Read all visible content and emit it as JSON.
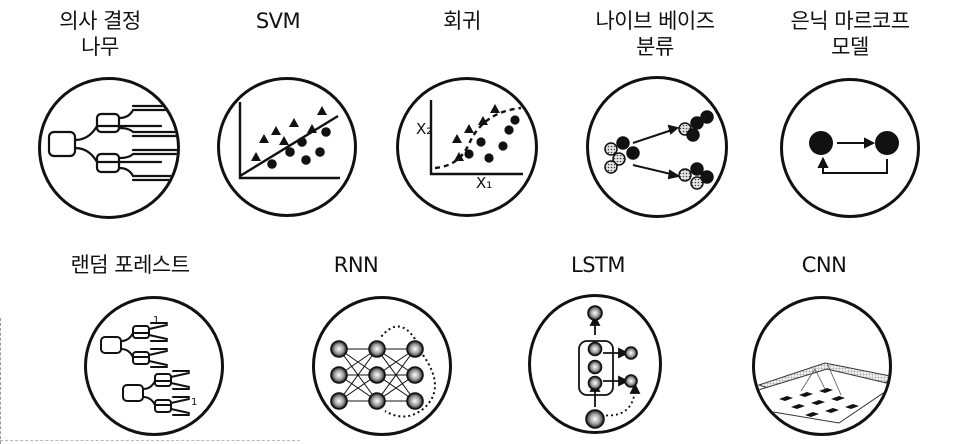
{
  "models": [
    {
      "id": "decision-tree",
      "label": "의사 결정\n나무",
      "icon": "decision-tree-icon"
    },
    {
      "id": "svm",
      "label": "SVM",
      "icon": "svm-scatter-icon"
    },
    {
      "id": "regression",
      "label": "회귀",
      "icon": "regression-plot-icon",
      "axis_labels": {
        "x": "X₁",
        "y": "X₂"
      }
    },
    {
      "id": "naive-bayes",
      "label": "나이브 베이즈\n분류",
      "icon": "naive-bayes-icon"
    },
    {
      "id": "hmm",
      "label": "은닉 마르코프\n모델",
      "icon": "markov-chain-icon"
    },
    {
      "id": "random-forest",
      "label": "랜덤 포레스트",
      "icon": "random-forest-icon"
    },
    {
      "id": "rnn",
      "label": "RNN",
      "icon": "rnn-network-icon"
    },
    {
      "id": "lstm",
      "label": "LSTM",
      "icon": "lstm-cell-icon"
    },
    {
      "id": "cnn",
      "label": "CNN",
      "icon": "cnn-layers-icon"
    }
  ]
}
